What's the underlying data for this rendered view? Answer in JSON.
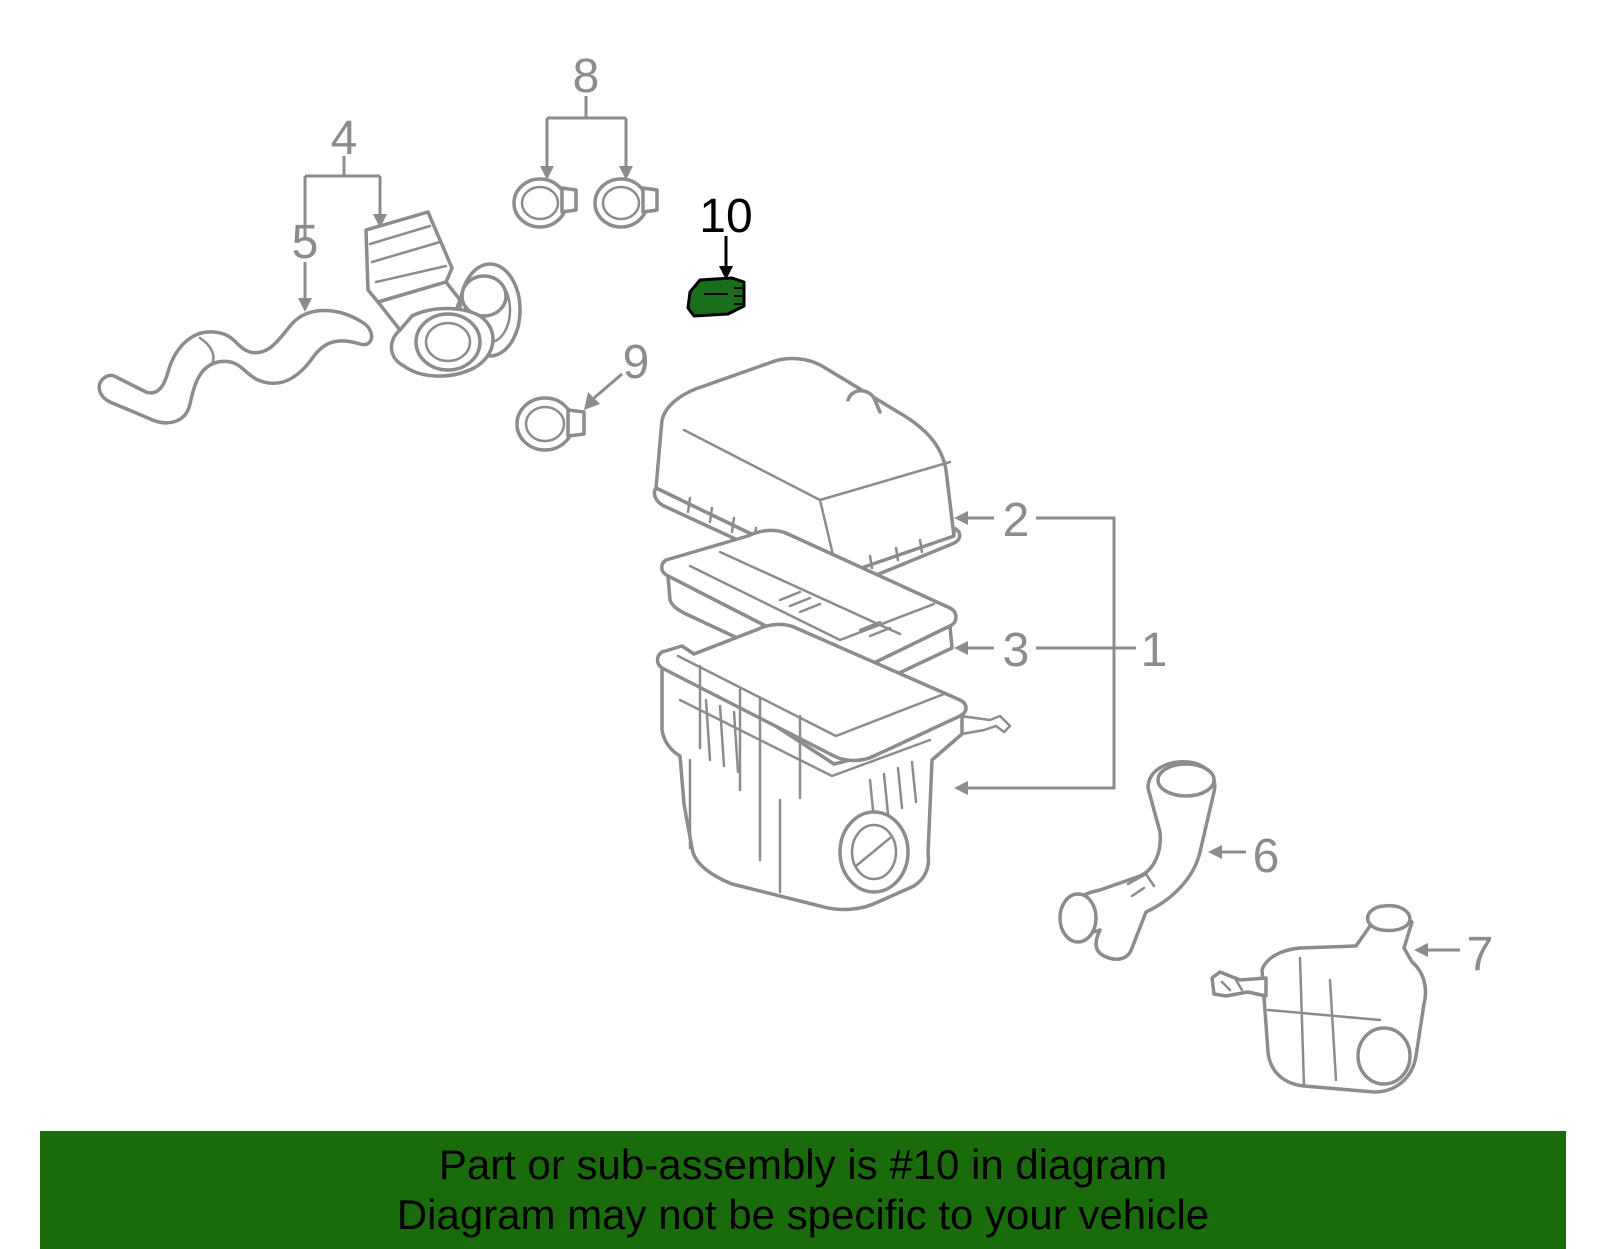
{
  "diagram": {
    "callouts": {
      "c1": "1",
      "c2": "2",
      "c3": "3",
      "c4": "4",
      "c5": "5",
      "c6": "6",
      "c7": "7",
      "c8": "8",
      "c9": "9",
      "c10": "10"
    },
    "highlighted_callout": "10",
    "highlight_color": "#1a6f1a",
    "line_color": "#8c8c8c"
  },
  "banner": {
    "line1": "Part or sub-assembly is #10 in diagram",
    "line2": "Diagram may not be specific to your vehicle",
    "background": "#1a6b0c"
  }
}
